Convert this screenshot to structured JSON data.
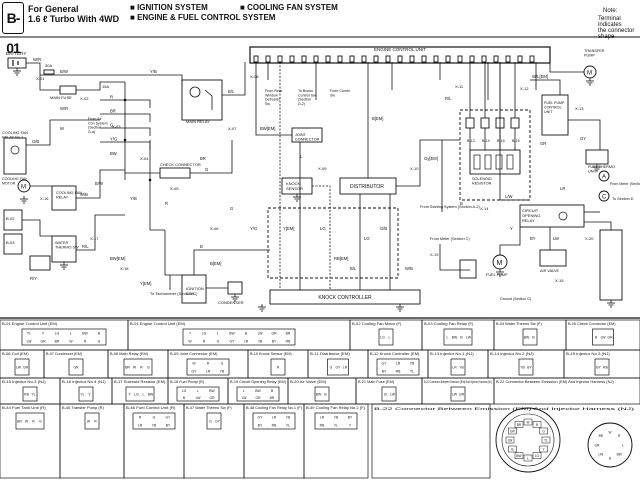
{
  "header": {
    "code": "B-01",
    "line1": "For General",
    "line2": "1.6 ℓ Turbo With 4WD",
    "systems": [
      "IGNITION SYSTEM",
      "COOLING FAN SYSTEM",
      "ENGINE & FUEL CONTROL SYSTEM"
    ],
    "note_title": "Note:",
    "note_lines": [
      "Terminal indicates",
      "the connector shape"
    ]
  },
  "components": {
    "ecu": "ENGINE CONTROL UNIT",
    "battery": "BATTERY",
    "main_fuse": "MAIN FUSE",
    "main_relay": "MAIN RELAY",
    "cooling_fan_relay_no1": "COOLING FAN RELAY No.1",
    "cooling_fan_relay": "COOLING FAN RELAY",
    "cooling_fan_motor": "COOLING FAN MOTOR",
    "water_thermo_sw": "WATER THERMO SW",
    "check_connector": "CHECK CONNECTOR",
    "joint_connector": "JOINT CONNECTOR",
    "knock_sensor": "KNOCK SENSOR",
    "distributor": "DISTRIBUTOR",
    "knock_controller": "KNOCK CONTROLLER",
    "ignition_coil": "IGNITION COIL",
    "condenser": "CONDENSER",
    "solenoid_resistor": "SOLENOID RESISTOR",
    "fuel_pump_control_unit": "FUEL PUMP CONTROL UNIT",
    "fuel_thermo_unit": "FUEL THERMO UNIT",
    "transfer_pump": "TRANSFER PUMP",
    "circuit_opening_relay": "CIRCUIT OPENING RELAY",
    "fuel_pump": "FUEL PUMP",
    "air_valve": "AIR VALVE",
    "to_tachometer": "To Tachometer (Section C)",
    "from_air_con": "From Air Con System (Section G-a)",
    "from_rear_window": "From Rear Window Defroster Sw",
    "to_brown_control": "To Brown Control Sw (Section D-2)",
    "from_combi_sw": "From Combi Sw",
    "from_starting": "From Starting System (Section A-2)",
    "from_meter": "From Meter (Section C)",
    "to_section_d": "To Section D",
    "from_meter_right": "From Meter (Section C)",
    "ground_note": "Ground (Section G)"
  },
  "wire_labels": [
    "W/R",
    "W",
    "BW",
    "B/W",
    "Y/B",
    "R",
    "BR",
    "G",
    "Y/G",
    "L",
    "LG",
    "B/L",
    "G/B",
    "W/B",
    "R/L",
    "B",
    "Y",
    "BY",
    "LR",
    "GY",
    "GR",
    "R/Y",
    "BW[EM]",
    "Y[EM]",
    "B[EM]",
    "Gy[EM]",
    "RB[EM]",
    "W/L[EM]",
    "L/W",
    "LW",
    "Y/L"
  ],
  "connectors": [
    {
      "id": "B-01",
      "name": "Engine Control Unit (EM)"
    },
    {
      "id": "B-02",
      "name": "Cooling Fan Motor (F)"
    },
    {
      "id": "B-03",
      "name": "Cooling Fan Relay (F)"
    },
    {
      "id": "B-04",
      "name": "Water Thermo Sw (F)"
    },
    {
      "id": "B-05",
      "name": "Check Connector (EM)"
    },
    {
      "id": "B-06",
      "name": "Coil (EM)"
    },
    {
      "id": "B-07",
      "name": "Condenser (EM)"
    },
    {
      "id": "B-08",
      "name": "Main Relay (EM)"
    },
    {
      "id": "B-09",
      "name": "Joint Connector (EM)"
    },
    {
      "id": "B-10",
      "name": "Knock Sensor (EM)"
    },
    {
      "id": "B-11",
      "name": "Distributor (EM)"
    },
    {
      "id": "B-12",
      "name": "Knock Controller (EM)"
    },
    {
      "id": "B-13",
      "name": "Injector No.1 (NJ)"
    },
    {
      "id": "B-14",
      "name": "Injector No.2 (NJ)"
    },
    {
      "id": "B-15",
      "name": "Injector No.3 (NJ)"
    },
    {
      "id": "B-16",
      "name": "Injector No.4 (NJ)"
    },
    {
      "id": "B-17",
      "name": "Solenoid Resistor (EM)"
    },
    {
      "id": "B-18",
      "name": "Fuel Pump (R)"
    },
    {
      "id": "B-19",
      "name": "Circuit Opening Relay (EM)"
    },
    {
      "id": "B-20",
      "name": "Air Valve (EM)"
    },
    {
      "id": "B-21",
      "name": "Main Fuse (EM)"
    },
    {
      "id": "B-22",
      "name": "Connector Between Emission (EM) And Injector Harness (NJ)"
    },
    {
      "id": "B-44",
      "name": "Fuel Tank Unit (R)"
    },
    {
      "id": "B-45",
      "name": "Transfer Pump (R)"
    },
    {
      "id": "B-46",
      "name": "Fuel Control Unit (R)"
    },
    {
      "id": "B-47",
      "name": "Water Thermo Sw (F)"
    },
    {
      "id": "B-48",
      "name": "Cooling Fan Relay No.1 (F)"
    },
    {
      "id": "B-49",
      "name": "Cooling Fan Relay No.2 (F)"
    }
  ],
  "connector_tags": [
    "X-01",
    "X-02",
    "X-03",
    "X-04",
    "X-05",
    "X-06",
    "X-07",
    "X-08",
    "X-09",
    "X-10",
    "X-11",
    "X-12",
    "X-13",
    "X-14",
    "X-15",
    "X-16",
    "X-17",
    "X-18",
    "X-19",
    "X-20"
  ],
  "pin_letters": [
    "YL",
    "Y",
    "LG",
    "L",
    "BW",
    "B",
    "LW",
    "GR",
    "BR",
    "W",
    "R",
    "G",
    "GY",
    "LR",
    "YB",
    "BY",
    "RB"
  ],
  "outputs": [
    "A",
    "C"
  ],
  "fuse_rating": "15A",
  "fuse_rating2": "30A"
}
